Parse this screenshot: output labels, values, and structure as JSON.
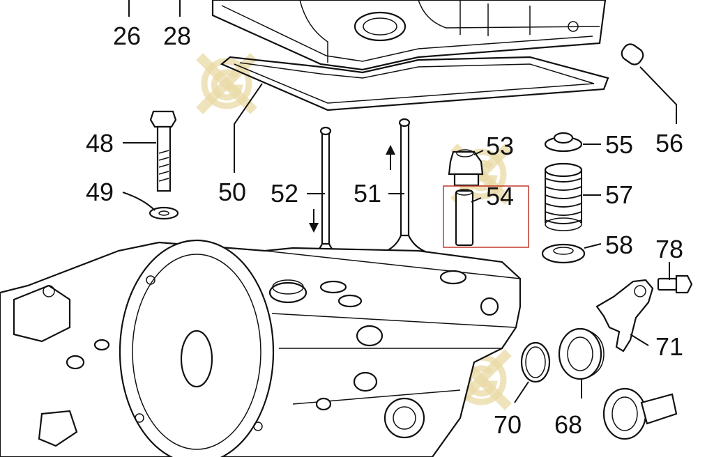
{
  "diagram": {
    "callouts": [
      {
        "id": "c26",
        "label": "26"
      },
      {
        "id": "c28",
        "label": "28"
      },
      {
        "id": "c48",
        "label": "48"
      },
      {
        "id": "c49",
        "label": "49"
      },
      {
        "id": "c50",
        "label": "50"
      },
      {
        "id": "c52",
        "label": "52"
      },
      {
        "id": "c51",
        "label": "51"
      },
      {
        "id": "c53",
        "label": "53"
      },
      {
        "id": "c54",
        "label": "54"
      },
      {
        "id": "c55",
        "label": "55"
      },
      {
        "id": "c56",
        "label": "56"
      },
      {
        "id": "c57",
        "label": "57"
      },
      {
        "id": "c58",
        "label": "58"
      },
      {
        "id": "c78",
        "label": "78"
      },
      {
        "id": "c71",
        "label": "71"
      },
      {
        "id": "c70",
        "label": "70"
      },
      {
        "id": "c68",
        "label": "68"
      }
    ],
    "highlight_color": "#c0392b",
    "watermark_color": "#e9d9a6",
    "watermark_icon": "G-logo-watermark"
  }
}
